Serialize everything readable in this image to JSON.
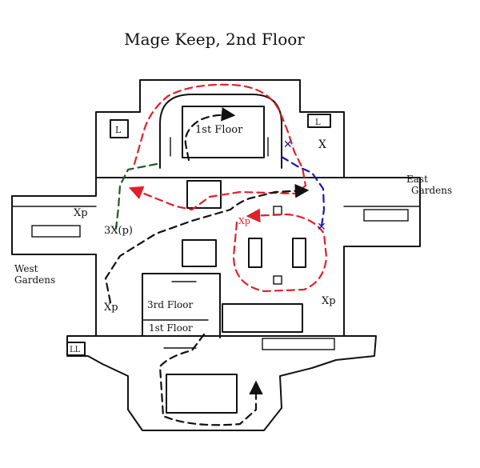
{
  "title": "Mage Keep, 2nd Floor",
  "labels": {
    "east_gardens_1": "East",
    "east_gardens_2": "Gardens",
    "west_gardens_1": "West",
    "west_gardens_2": "Gardens",
    "first_floor_top": "1st Floor",
    "third_floor": "3rd Floor",
    "first_floor_bottom": "1st Floor",
    "lift_top_left": "L",
    "lift_top_right": "L",
    "lift_bottom_left": "LL",
    "xp_left": "Xp",
    "xp_bottom_left": "Xp",
    "xp_right": "Xp",
    "xp_center": "Xp",
    "xp_three": "3X(p)",
    "x_marker": "X"
  },
  "colors": {
    "red_route": "#e0202a",
    "blue_route": "#1a1aa8",
    "green_route": "#1e5a24",
    "black_route": "#111111"
  }
}
